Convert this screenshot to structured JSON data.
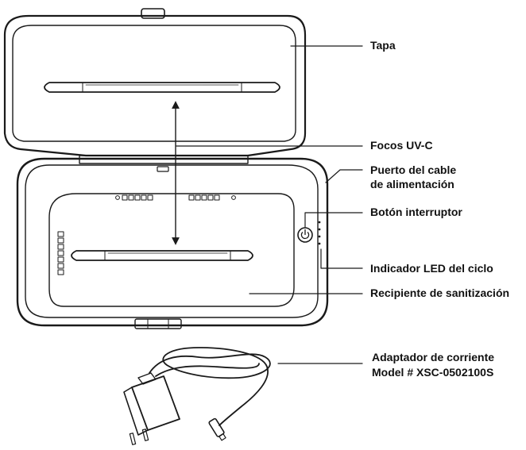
{
  "labels": {
    "lid": "Tapa",
    "uv_lamps": "Focos UV-C",
    "power_port_line1": "Puerto del cable",
    "power_port_line2": "de alimentación",
    "power_button": "Botón interruptor",
    "led_indicator": "Indicador LED del ciclo",
    "sanitizing_tray": "Recipiente de sanitización",
    "adapter_line1": "Adaptador de corriente",
    "adapter_line2": "Model # XSC-0502100S"
  },
  "colors": {
    "stroke": "#1a1a1a",
    "fill": "#ffffff",
    "tray_fill": "#fafafa",
    "text": "#111111"
  },
  "icons": {
    "power": "power-icon"
  }
}
